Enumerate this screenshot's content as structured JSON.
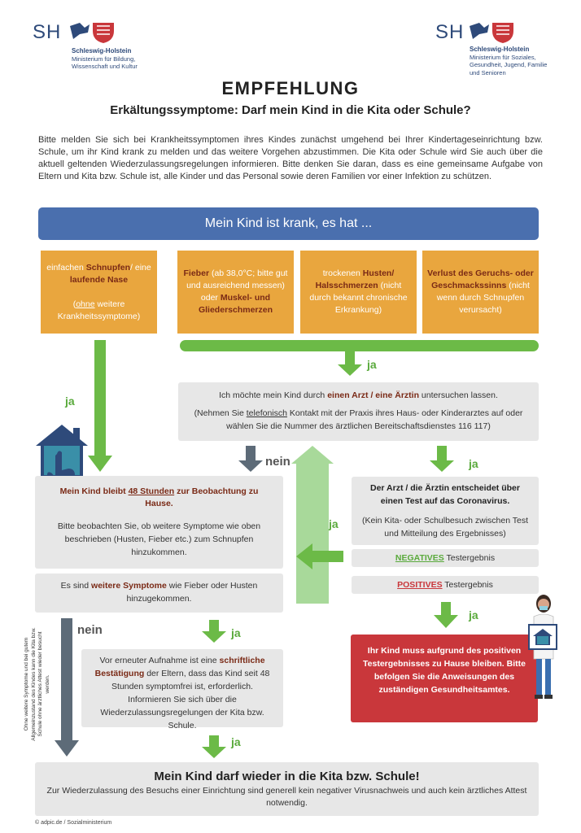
{
  "logos": {
    "left": {
      "mark": "SH",
      "name": "Schleswig-Holstein",
      "ministry_line1": "Ministerium für Bildung,",
      "ministry_line2": "Wissenschaft und Kultur"
    },
    "right": {
      "mark": "SH",
      "name": "Schleswig-Holstein",
      "ministry_line1": "Ministerium für Soziales,",
      "ministry_line2": "Gesundheit, Jugend, Familie",
      "ministry_line3": "und Senioren"
    }
  },
  "title": "EMPFEHLUNG",
  "subtitle": "Erkältungssymptome: Darf mein Kind in die Kita oder Schule?",
  "intro": "Bitte melden Sie sich bei Krankheitssymptomen ihres Kindes zunächst umgehend bei Ihrer Kindertageseinrichtung bzw. Schule, um ihr Kind krank zu melden und das weitere Vorgehen abzustimmen. Die Kita oder Schule wird Sie auch über die aktuell geltenden Wiederzulassungsregelungen informieren. Bitte denken Sie daran, dass es eine gemeinsame Aufgabe von Eltern und Kita bzw. Schule ist, alle Kinder und das Personal sowie deren Familien vor einer Infektion zu schützen.",
  "banner": "Mein Kind ist krank, es hat ...",
  "symptoms": {
    "s1": {
      "pre": "einfachen ",
      "b1": "Schnupfen",
      "mid": "/ eine ",
      "b2": "laufende Nase",
      "note_u": "ohne",
      "note": " weitere Krankheitssymptome)",
      "note_open": "("
    },
    "s2": {
      "b1": "Fieber",
      "t1": " (ab 38,0°C; bitte gut und ausreichend messen)",
      "t2": " oder ",
      "b2": "Muskel- und Gliederschmerzen"
    },
    "s3": {
      "pre": "trockenen ",
      "b1": "Husten/ Halsschmerzen",
      "t1": " (nicht durch bekannt chronische Erkrankung)"
    },
    "s4": {
      "b1": "Verlust des Geruchs- oder Geschmackssinns",
      "t1": " (nicht wenn durch Schnupfen verursacht)"
    }
  },
  "labels": {
    "ja": "ja",
    "nein": "nein"
  },
  "doctor": {
    "pre": "Ich möchte mein Kind durch ",
    "bold": "einen Arzt / eine Ärztin",
    "post": " untersuchen lassen.",
    "p2_pre": "(Nehmen Sie ",
    "p2_u": "telefonisch",
    "p2_post": " Kontakt mit der Praxis ihres Haus- oder Kinderarztes auf oder wählen Sie die Nummer des ärztlichen Bereitschaftsdienstes 116 117)"
  },
  "observe": {
    "pre": "Mein Kind bleibt ",
    "u": "48 Stunden",
    "post": " zur Beobachtung zu Hause.",
    "text": "Bitte beobachten Sie, ob weitere Symptome wie oben beschrieben (Husten, Fieber etc.) zum Schnupfen hinzukommen."
  },
  "test": {
    "title": "Der Arzt / die Ärztin entscheidet über einen  Test auf das Coronavirus.",
    "note": "(Kein Kita- oder Schulbesuch zwischen Test und Mitteilung des Ergebnisses)",
    "negative": "NEGATIVES",
    "negative_post": " Testergebnis",
    "positive": "POSITIVES",
    "positive_post": " Testergebnis"
  },
  "further": {
    "pre": "Es sind ",
    "bold": "weitere Symptome",
    "post": " wie Fieber oder Husten hinzugekommen."
  },
  "confirm": {
    "pre": "Vor erneuter Aufnahme ist eine ",
    "bold": "schriftliche Bestätigung",
    "post": " der Eltern, dass das Kind seit 48 Stunden symptomfrei ist, erforderlich. Informieren Sie sich über die Wiederzulassungsregelungen der Kita bzw. Schule."
  },
  "positive_box": "Ihr Kind muss aufgrund des positiven Testergebnisses zu Hause bleiben. Bitte befolgen Sie die Anweisungen des zuständigen Gesundheitsamtes.",
  "side_note": "Ohne weitere Symptome und bei gutem Allgemeinzustand des Kindes kann die Kita bzw. Schule ohne ärztliches Attest wieder besucht werden.",
  "final": {
    "title": "Mein Kind darf wieder in die Kita bzw. Schule!",
    "text": "Zur Wiederzulassung des Besuchs einer Einrichtung sind generell kein negativer Virusnachweis und auch kein ärztliches Attest notwendig."
  },
  "credit": "© adpic.de / Sozialministerium",
  "colors": {
    "blue": "#4a6fae",
    "orange": "#e9a63e",
    "green": "#6cba47",
    "light_green": "#a8d99a",
    "gray_box": "#e7e7e7",
    "red": "#c9373b",
    "dark_red": "#7a2a16",
    "navy": "#2e4a7a"
  }
}
